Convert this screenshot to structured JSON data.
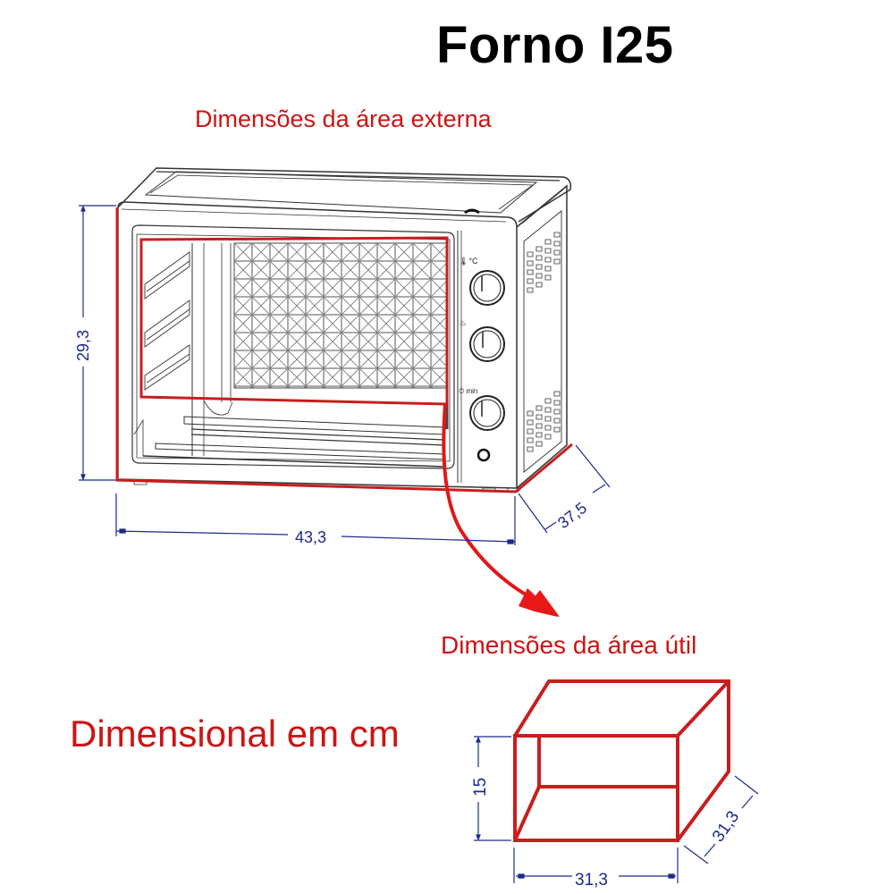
{
  "title": "Forno I25",
  "labels": {
    "external_area": "Dimensões da área externa",
    "usable_area": "Dimensões da área útil",
    "units_note": "Dimensional em cm"
  },
  "external_dimensions": {
    "height": "29,3",
    "width": "43,3",
    "depth": "37,5"
  },
  "usable_dimensions": {
    "height": "15",
    "width": "31,3",
    "depth": "31,3"
  },
  "oven": {
    "controls": [
      {
        "name": "temperature-knob",
        "symbol": "°C"
      },
      {
        "name": "function-knob",
        "symbol": "heating"
      },
      {
        "name": "timer-knob",
        "symbol": "min"
      }
    ],
    "indicator": "power-light"
  },
  "colors": {
    "annotation_red": "#c81e1e",
    "dimension_navy": "#1e2a8a",
    "drawing_line": "#333333"
  }
}
